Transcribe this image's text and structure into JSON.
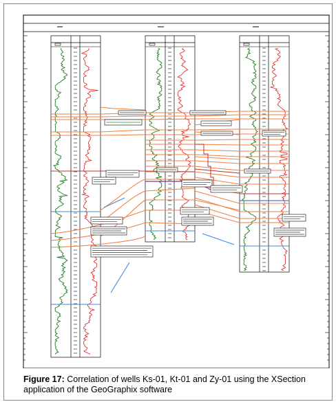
{
  "figure": {
    "label": "Figure 17:",
    "text": "Correlation of wells Ks-01, Kt-01 and Zy-01 using the XSection application of the GeoGraphix software"
  },
  "colors": {
    "gamma_log": "#1a7a1a",
    "resistivity_log": "#e02020",
    "correlation_line": "#f08040",
    "fault_line": "#c03030",
    "annotation_line": "#3a8adf",
    "purple_line": "#8030a0",
    "frame": "#888888"
  },
  "wells": [
    {
      "id": "ks-01"
    },
    {
      "id": "kt-01"
    },
    {
      "id": "zy-01"
    }
  ]
}
